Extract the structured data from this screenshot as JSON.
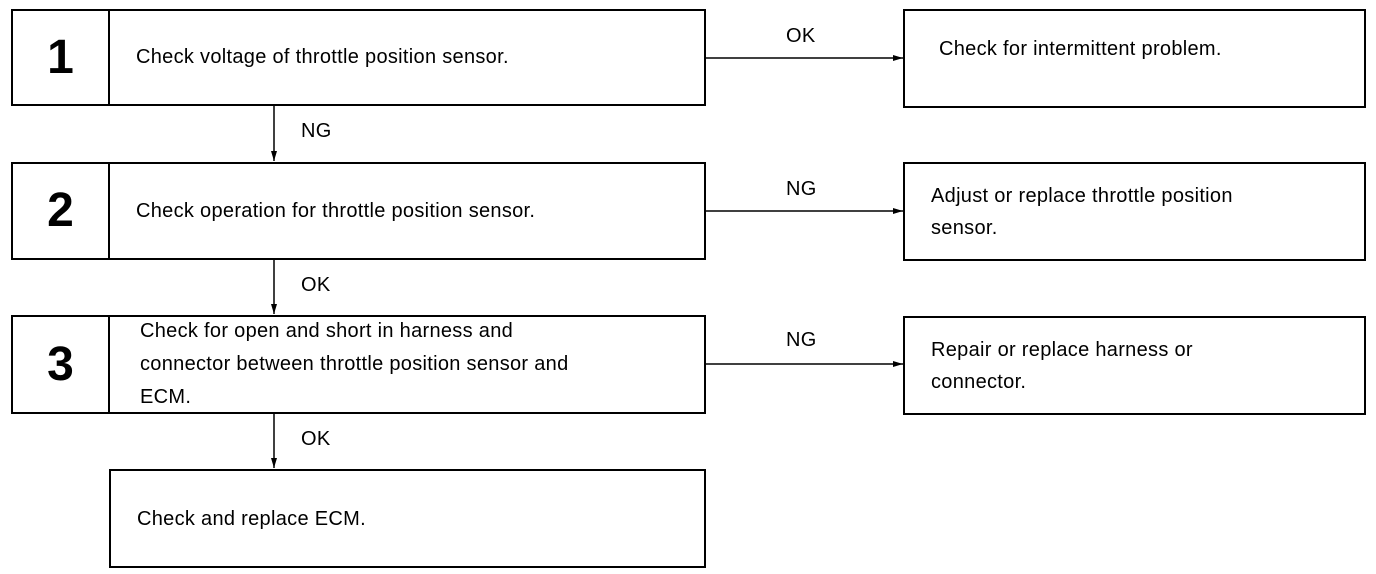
{
  "steps": [
    {
      "number": "1",
      "text": "Check voltage of throttle position sensor."
    },
    {
      "number": "2",
      "text": "Check operation for throttle position sensor."
    },
    {
      "number": "3",
      "text": "Check for open and short in harness and\nconnector between throttle position sensor and\nECM."
    }
  ],
  "results": [
    {
      "condition": "OK",
      "text": "Check for intermittent problem."
    },
    {
      "condition": "NG",
      "text": "Adjust or replace throttle position\nsensor."
    },
    {
      "condition": "NG",
      "text": "Repair or replace harness or\nconnector."
    }
  ],
  "down_labels": [
    "NG",
    "OK",
    "OK"
  ],
  "final_step": {
    "text": "Check and replace ECM."
  },
  "colors": {
    "line": "#000000",
    "background": "#ffffff"
  }
}
